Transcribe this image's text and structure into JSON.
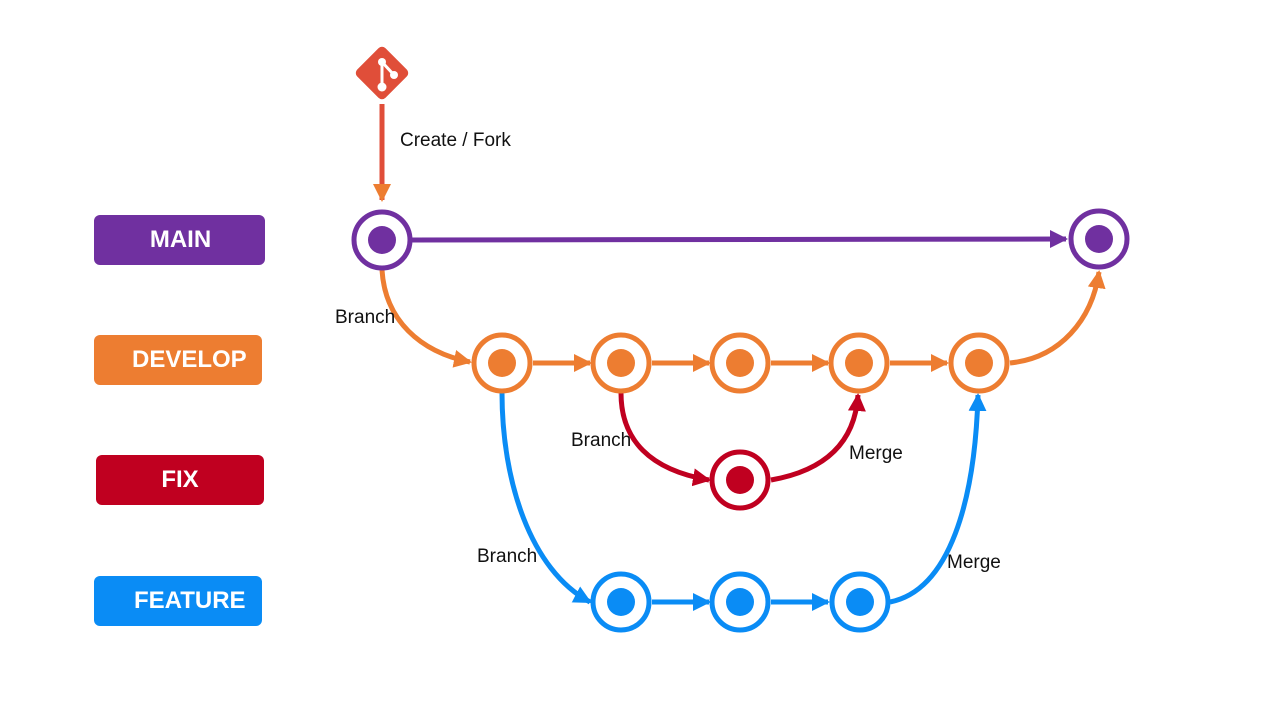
{
  "colors": {
    "main": "#7030a0",
    "develop": "#ed7d31",
    "fix": "#c00020",
    "feature": "#0a8cf5",
    "git_logo": "#e04e39"
  },
  "git_logo_icon": "git-logo-icon",
  "lanes": {
    "main": "MAIN",
    "develop": "DEVELOP",
    "fix": "FIX",
    "feature": "FEATURE"
  },
  "edge_labels": {
    "create_fork": "Create / Fork",
    "branch_develop": "Branch",
    "branch_fix": "Branch",
    "merge_fix": "Merge",
    "branch_feature": "Branch",
    "merge_feature": "Merge"
  }
}
